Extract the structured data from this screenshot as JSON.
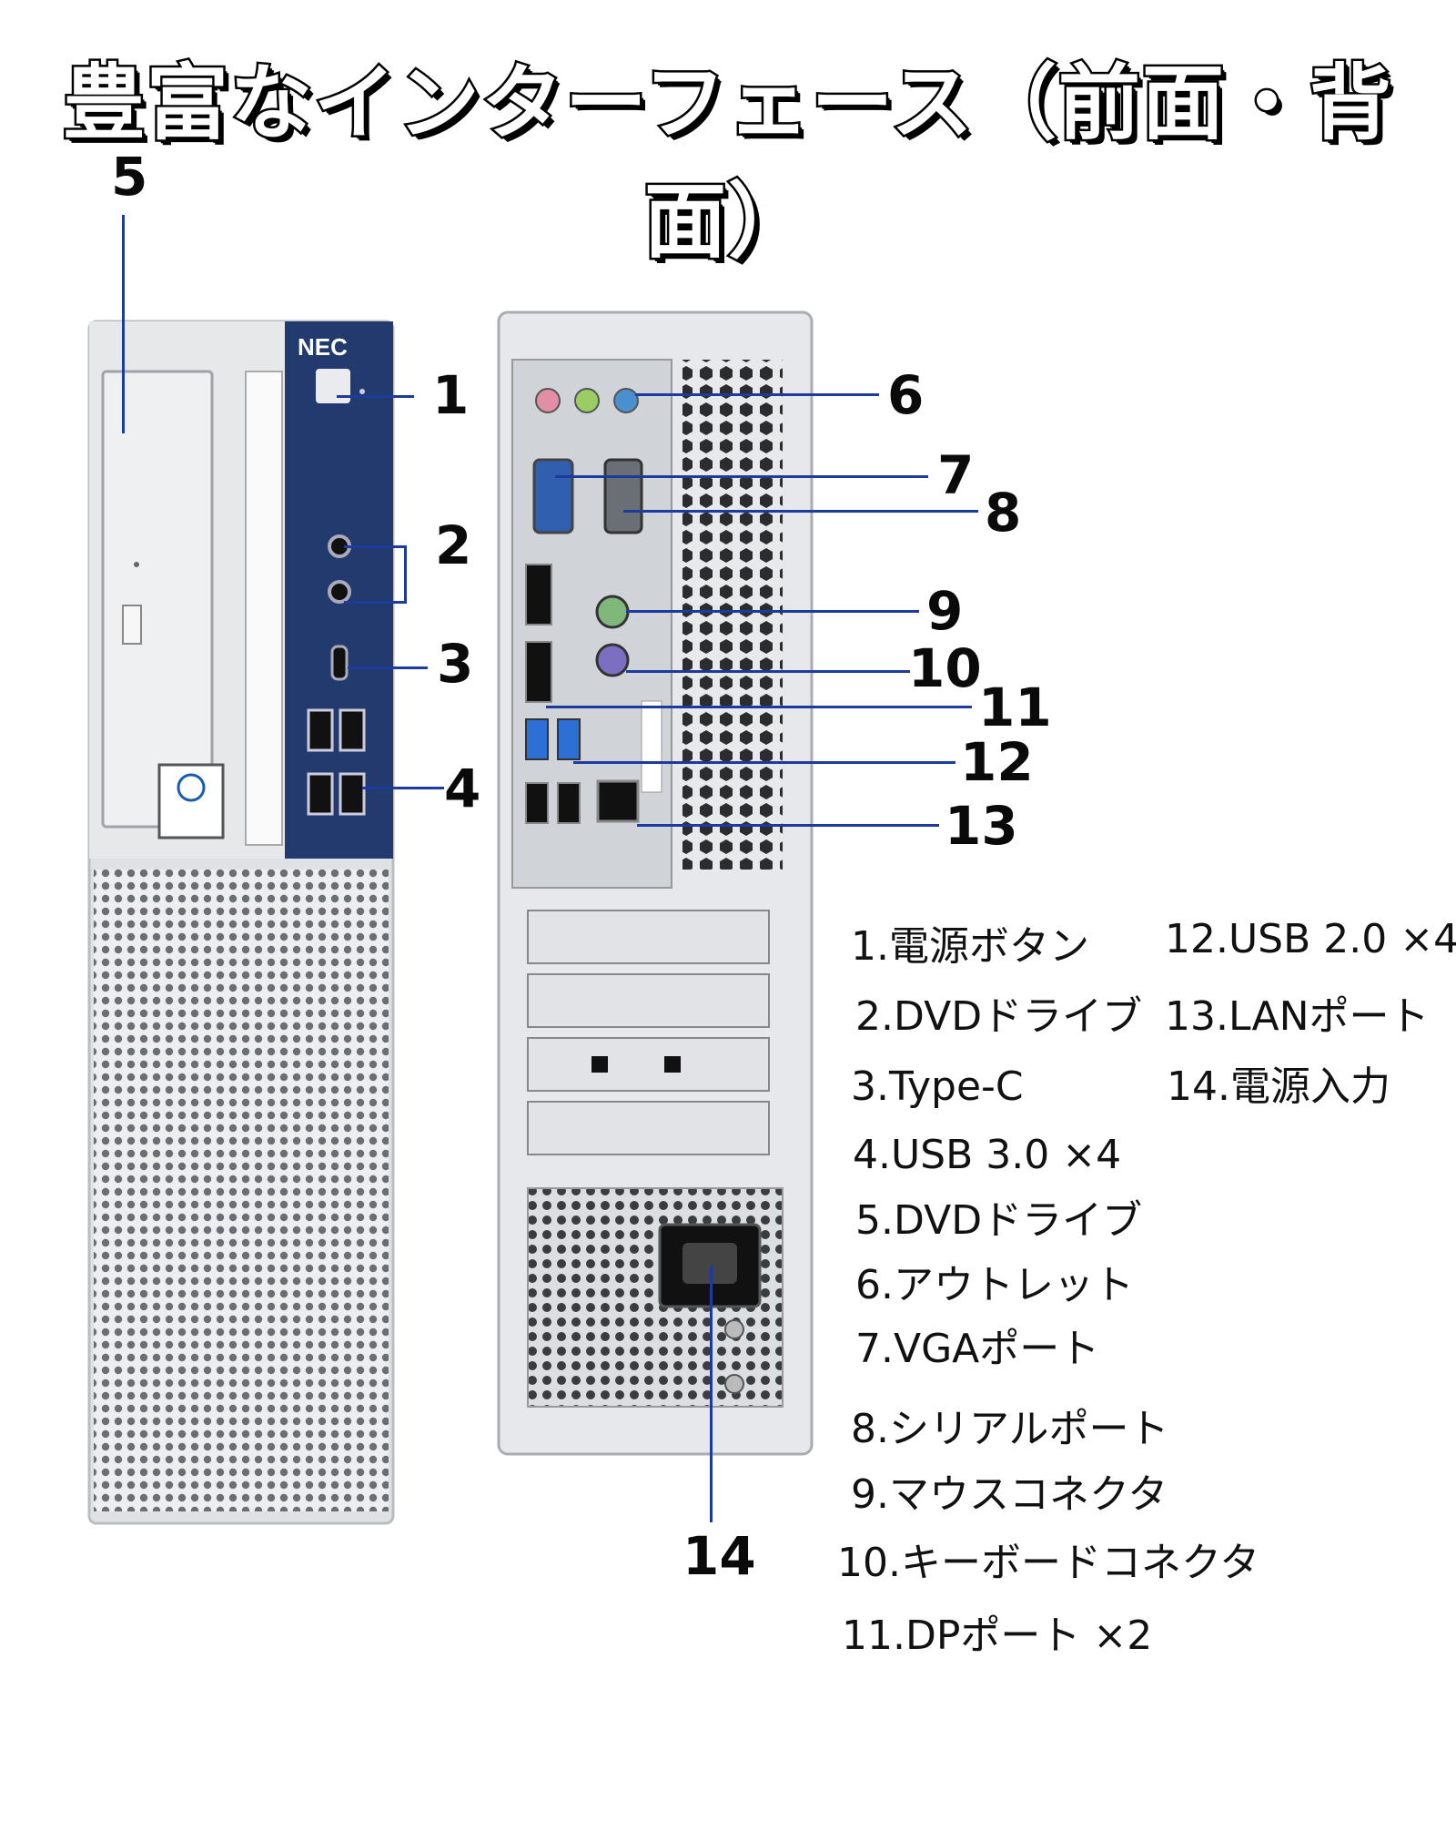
{
  "title": "豊富なインターフェース（前面・背面）",
  "front_brand": "NEC",
  "callouts": {
    "c1": "1",
    "c2": "2",
    "c3": "3",
    "c4": "4",
    "c5": "5",
    "c6": "6",
    "c7": "7",
    "c8": "8",
    "c9": "9",
    "c10": "10",
    "c11": "11",
    "c12": "12",
    "c13": "13",
    "c14": "14"
  },
  "legend": [
    "1.電源ボタン",
    "2.DVDドライブ",
    "3.Type-C",
    "4.USB 3.0 ×4",
    "5.DVDドライブ",
    "6.アウトレット",
    "7.VGAポート",
    "8.シリアルポート",
    "9.マウスコネクタ",
    "10.キーボードコネクタ",
    "11.DPポート ×2",
    "12.USB 2.0 ×4",
    "13.LANポート",
    "14.電源入力"
  ],
  "colors": {
    "leader_line": "#1d3a9e",
    "front_panel_blue": "#233a6e",
    "case_gray": "#d9dcdf"
  }
}
